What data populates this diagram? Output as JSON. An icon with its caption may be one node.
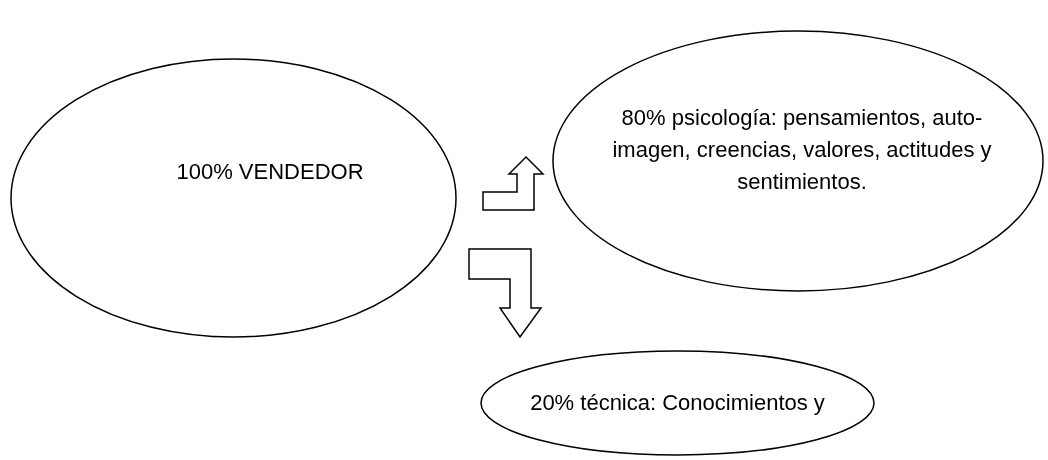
{
  "diagram": {
    "nodes": [
      {
        "text": [
          "100% VENDEDOR"
        ]
      },
      {
        "text": [
          "80% psicología: pensamientos, auto-imagen, creencias, valores, actitudes y sentimientos."
        ]
      },
      {
        "text": [
          "20% técnica: Conocimientos y"
        ]
      }
    ],
    "edges": [
      {
        "from": 0,
        "to": 1,
        "arrow": "to"
      },
      {
        "from": 0,
        "to": 2,
        "arrow": "to"
      }
    ]
  }
}
